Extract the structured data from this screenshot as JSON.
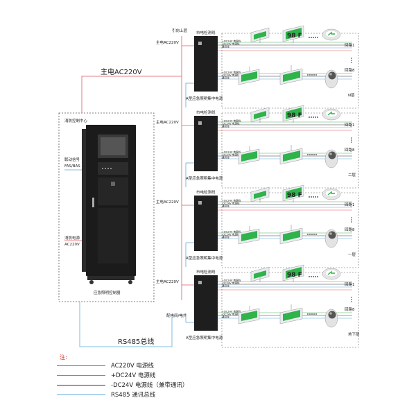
{
  "colors": {
    "ac220v": "#e0585f",
    "dc24v_pos": "#4fae5c",
    "dc24v_neg": "#333333",
    "rs485": "#5ba7d8",
    "cabinet": "#1b1b1b",
    "sign_green": "#2fb34a"
  },
  "control_center": {
    "title": "消防控制中心",
    "linkage_label": "联动信号",
    "linkage_sub": "FAS/BAS",
    "fire_power_label": "消防电源",
    "fire_power_sub": "AC220V",
    "controller_label": "应急照明控制器"
  },
  "main_ac_label": "主电AC220V",
  "riser_label_top": "引向上层",
  "riser_label_bottom": "配电间/电井",
  "rs485_label": "RS485总线",
  "floors": [
    {
      "floor_label": "N层",
      "main_ac": "主电AC220V",
      "mains_monitor": "市电检测线",
      "power_box": "A型应急照明集中电源",
      "circuit1_lines": [
        "+DC24V 电源线",
        "-DC24V 电源线",
        "通讯线"
      ],
      "circuit2_lines": [
        "+DC24V 电源线",
        "-DC24V 电源线",
        "通讯线"
      ],
      "circuit1": "回路1",
      "circuitN": "回路8",
      "indicator_text": "98 F"
    },
    {
      "floor_label": "二层",
      "main_ac": "主电AC220V",
      "mains_monitor": "市电检测线",
      "power_box": "A型应急照明集中电源",
      "circuit1_lines": [
        "+DC24V 电源线",
        "-DC24V 电源线",
        "通讯线"
      ],
      "circuit2_lines": [
        "+DC24V 电源线",
        "-DC24V 电源线",
        "通讯线"
      ],
      "circuit1": "回路1",
      "circuitN": "回路8",
      "indicator_text": "98 F"
    },
    {
      "floor_label": "一层",
      "main_ac": "主电AC220V",
      "mains_monitor": "市电检测线",
      "power_box": "A型应急照明集中电源",
      "circuit1_lines": [
        "+DC24V 电源线",
        "-DC24V 电源线",
        "通讯线"
      ],
      "circuit2_lines": [
        "+DC24V 电源线",
        "-DC24V 电源线",
        "通讯线"
      ],
      "circuit1": "回路1",
      "circuitN": "回路8",
      "indicator_text": "98 F"
    },
    {
      "floor_label": "地下层",
      "main_ac": "主电AC220V",
      "mains_monitor": "市电检测线",
      "power_box": "A型应急照明集中电源",
      "circuit1_lines": [
        "+DC24V 电源线",
        "-DC24V 电源线",
        "通讯线"
      ],
      "circuit2_lines": [
        "+DC24V 电源线",
        "-DC24V 电源线",
        "通讯线"
      ],
      "circuit1": "回路1",
      "circuitN": "回路8",
      "indicator_text": "98 F"
    }
  ],
  "legend": {
    "note": "注:",
    "items": [
      {
        "label": "AC220V 电源线",
        "color_key": "ac220v"
      },
      {
        "label": "+DC24V 电源线",
        "color_key": "dc24v_pos"
      },
      {
        "label": "-DC24V 电源线（兼带通讯）",
        "color_key": "dc24v_neg"
      },
      {
        "label": "RS485 通讯总线",
        "color_key": "rs485"
      }
    ]
  }
}
